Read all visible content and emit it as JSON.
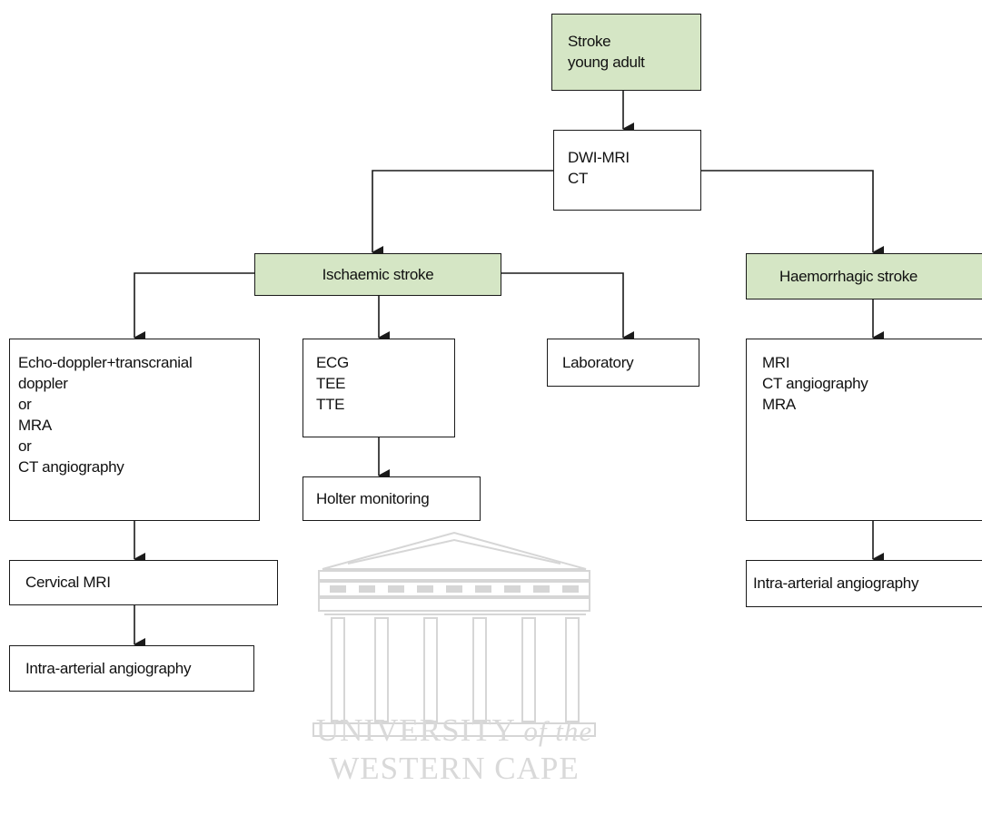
{
  "nodes": {
    "stroke_young_adult": [
      "Stroke",
      "young adult"
    ],
    "imaging": [
      "DWI-MRI",
      "CT"
    ],
    "ischaemic": "Ischaemic stroke",
    "haemorrhagic": "Haemorrhagic stroke",
    "vascular_imaging": [
      "Echo-doppler+transcranial",
      "doppler",
      "or",
      "MRA",
      "or",
      "CT angiography"
    ],
    "cardiac": [
      "ECG",
      "TEE",
      "TTE"
    ],
    "laboratory": "Laboratory",
    "haem_imaging": [
      "MRI",
      "CT angiography",
      "MRA"
    ],
    "holter": "Holter monitoring",
    "cervical_mri": "Cervical MRI",
    "intra_arterial_left": "Intra-arterial angiography",
    "intra_arterial_right": "Intra-arterial angiography"
  },
  "colors": {
    "stroke_fill": "#d5e6c5",
    "box_fill": "#ffffff",
    "line": "#1a1a1a",
    "watermark": "#d9d9d9"
  },
  "watermark": {
    "line1_main": "UNIVERSITY",
    "line1_italic": "of the",
    "line2": "WESTERN CAPE"
  }
}
